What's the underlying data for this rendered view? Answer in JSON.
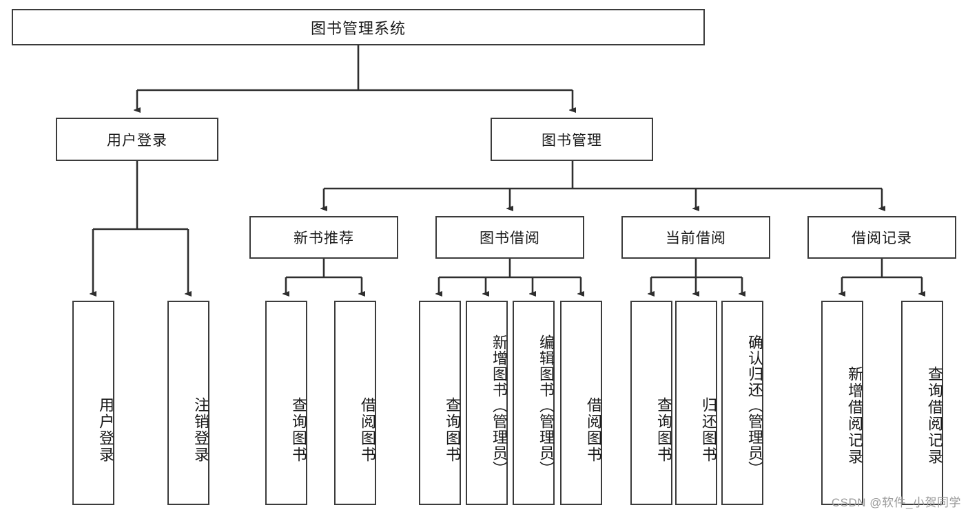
{
  "diagram": {
    "title": "图书管理系统",
    "type": "tree-hierarchy-diagram",
    "colors": {
      "box_border": "#3b3b3b",
      "box_fill": "#ffffff",
      "connector": "#2f2f2f",
      "text": "#1a1a1a",
      "watermark": "#9a9a9a"
    },
    "root": {
      "label": "图书管理系统"
    },
    "level2": [
      {
        "label": "用户登录"
      },
      {
        "label": "图书管理"
      }
    ],
    "level3": [
      {
        "label": "新书推荐"
      },
      {
        "label": "图书借阅"
      },
      {
        "label": "当前借阅"
      },
      {
        "label": "借阅记录"
      }
    ],
    "leaves_user_login": [
      {
        "label": "用户登录"
      },
      {
        "label": "注销登录"
      }
    ],
    "leaves_new_book": [
      {
        "label": "查询图书"
      },
      {
        "label": "借阅图书"
      }
    ],
    "leaves_borrow": [
      {
        "label": "查询图书"
      },
      {
        "label": "新增图书（管理员）"
      },
      {
        "label": "编辑图书（管理员）"
      },
      {
        "label": "借阅图书"
      }
    ],
    "leaves_current": [
      {
        "label": "查询图书"
      },
      {
        "label": "归还图书"
      },
      {
        "label": "确认归还（管理员）"
      }
    ],
    "leaves_record": [
      {
        "label": "新增借阅记录"
      },
      {
        "label": "查询借阅记录"
      }
    ]
  },
  "watermark": {
    "text": "CSDN @软件_小贺同学"
  }
}
